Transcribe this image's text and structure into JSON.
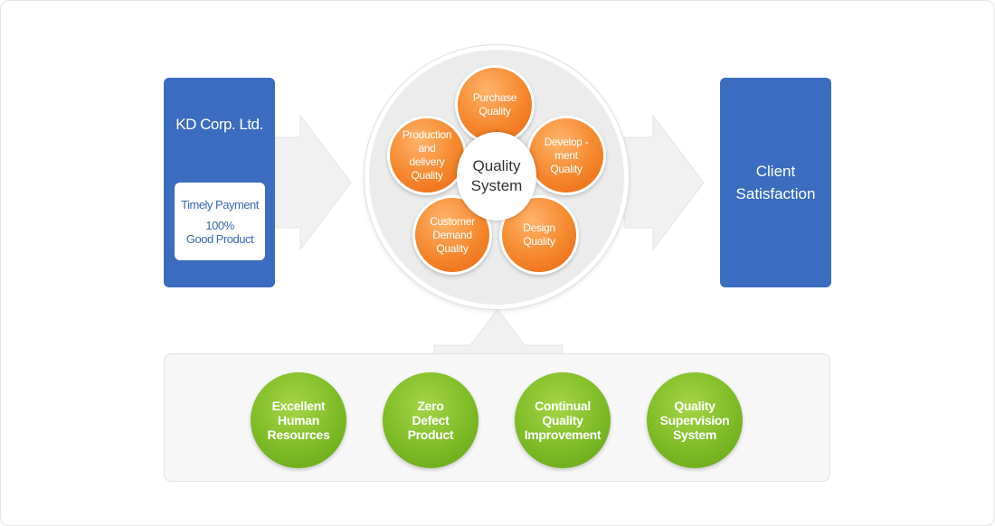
{
  "company": {
    "name": "KD Corp. Ltd.",
    "line1": "Timely Payment",
    "line2": "100%",
    "line3": "Good Product"
  },
  "quality_system": {
    "center": "Quality\nSystem",
    "petals": [
      "Purchase\nQuality",
      "Develop -\nment\nQuality",
      "Design\nQuality",
      "Customer\nDemand\nQuality",
      "Production\nand\ndelivery\nQuality"
    ]
  },
  "client": {
    "label": "Client\nSatisfaction"
  },
  "foundations": [
    "Excellent\nHuman\nResources",
    "Zero\nDefect\nProduct",
    "Continual\nQuality\nImprovement",
    "Quality\nSupervision\nSystem"
  ],
  "colors": {
    "blue": "#3b6cbf",
    "orange": "#f5872d",
    "green": "#7fbb27",
    "arrow": "#f1f1f1"
  }
}
